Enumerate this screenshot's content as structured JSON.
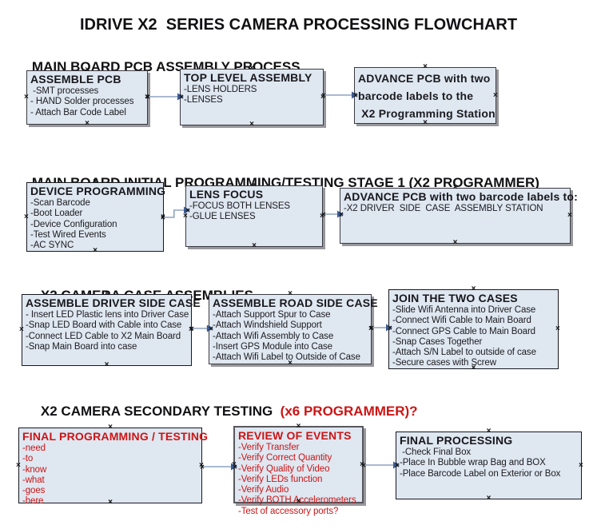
{
  "title": "IDRIVE X2  SERIES CAMERA PROCESSING FLOWCHART",
  "colors": {
    "box_fill": "#dfe7f1",
    "box_border": "#17171f",
    "red": "#cc1414",
    "arrow_line": "#8da4c1",
    "arrow_head": "#3d5c92"
  },
  "sections": {
    "s1": {
      "heading": "MAIN BOARD PCB ASSEMBLY PROCESS",
      "heading_red": ""
    },
    "s2": {
      "heading": "MAIN BOARD INITIAL PROGRAMMING/TESTING STAGE 1 (X2 PROGRAMMER)",
      "heading_red": ""
    },
    "s3": {
      "heading": "X2 CAMERA CASE ASSEMBLIES",
      "heading_red": ""
    },
    "s4": {
      "heading": "X2 CAMERA SECONDARY TESTING  ",
      "heading_red": "(x6 PROGRAMMER)?"
    }
  },
  "boxes": {
    "r1b1": {
      "title": "ASSEMBLE PCB",
      "items": [
        " -SMT processes",
        "- HAND Solder processes",
        "- Attach Bar Code Label"
      ]
    },
    "r1b2": {
      "title": "TOP LEVEL ASSEMBLY",
      "items": [
        "-LENS HOLDERS",
        "-LENSES"
      ]
    },
    "r1b3": {
      "title": "",
      "items": [
        "ADVANCE PCB with two",
        "barcode labels to the",
        " X2 Programming Station"
      ]
    },
    "r2b1": {
      "title": "DEVICE PROGRAMMING",
      "items": [
        "-Scan Barcode",
        "-Boot Loader",
        "-Device Configuration",
        "-Test Wired Events",
        "-AC SYNC"
      ]
    },
    "r2b2": {
      "title": "LENS FOCUS",
      "items": [
        "-FOCUS BOTH LENSES",
        "-GLUE LENSES"
      ]
    },
    "r2b3": {
      "title": "ADVANCE PCB with two barcode labels to:",
      "items": [
        "-X2 DRIVER  SIDE  CASE  ASSEMBLY STATION"
      ]
    },
    "r3b1": {
      "title": "ASSEMBLE DRIVER SIDE CASE",
      "items": [
        "- Insert LED Plastic lens into Driver Case",
        "-Snap LED Board with Cable into Case",
        "-Connect LED Cable to X2 Main Board",
        "-Snap Main Board into case"
      ]
    },
    "r3b2": {
      "title": "ASSEMBLE ROAD SIDE CASE",
      "items": [
        "-Attach Support Spur to Case",
        "-Attach Windshield Support",
        "-Attach Wifi Assembly to Case",
        "-Insert GPS Module into Case",
        "-Attach Wifi Label to Outside of Case"
      ]
    },
    "r3b3": {
      "title": "JOIN THE TWO CASES",
      "items": [
        "-Slide Wifi Antenna into Driver Case",
        "-Connect Wifi Cable to Main Board",
        "-Connect GPS Cable to Main Board",
        "-Snap Cases Together",
        "-Attach S/N Label to outside of case",
        "-Secure cases with Screw"
      ]
    },
    "r4b1": {
      "title": "FINAL PROGRAMMING / TESTING",
      "items": [
        "-need",
        "-to",
        "-know",
        "-what",
        "-goes",
        "-here"
      ]
    },
    "r4b2": {
      "title": "REVIEW OF EVENTS",
      "items": [
        "-Verify Transfer",
        "-Verify Correct Quantity",
        "-Verify Quality of Video",
        "-Verify LEDs function",
        "-Verify Audio",
        "-Verify BOTH Accelerometers",
        "-Test of accessory ports?"
      ]
    },
    "r4b3": {
      "title": "FINAL PROCESSING",
      "items": [
        " -Check Final Box",
        "-Place In Bubble wrap Bag and BOX",
        "-Place Barcode Label on Exterior or Box"
      ]
    }
  }
}
